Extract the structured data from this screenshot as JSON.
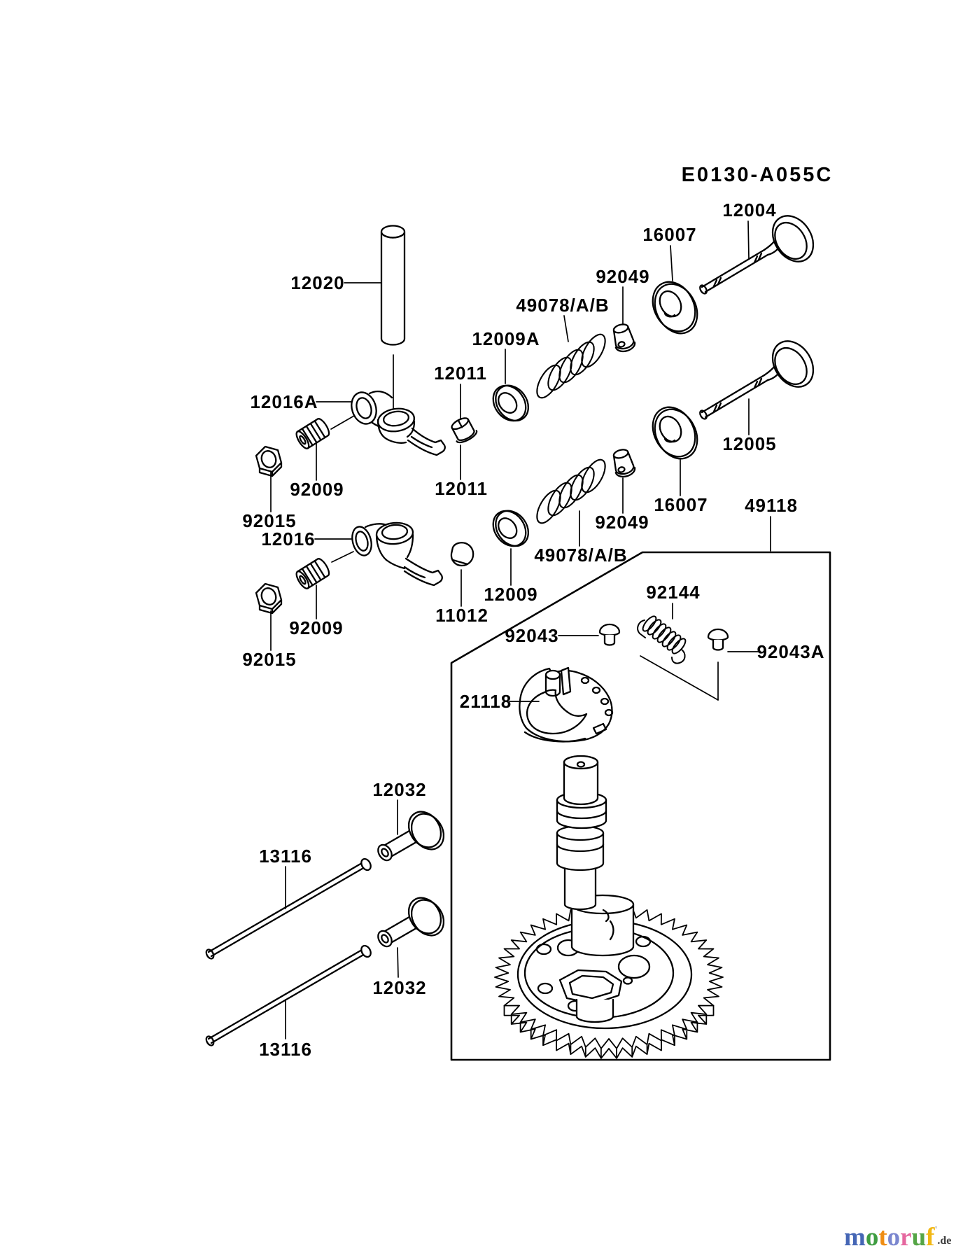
{
  "diagram": {
    "code": "E0130-A055C"
  },
  "part_labels": [
    {
      "part": "12020",
      "text": "12020"
    },
    {
      "part": "12016A",
      "text": "12016A"
    },
    {
      "part": "92009",
      "text": "92009"
    },
    {
      "part": "92015",
      "text": "92015"
    },
    {
      "part": "12016",
      "text": "12016"
    },
    {
      "part": "92009",
      "text": "92009"
    },
    {
      "part": "92015",
      "text": "92015"
    },
    {
      "part": "12011",
      "text": "12011"
    },
    {
      "part": "12011",
      "text": "12011"
    },
    {
      "part": "12009A",
      "text": "12009A"
    },
    {
      "part": "12009",
      "text": "12009"
    },
    {
      "part": "11012",
      "text": "11012"
    },
    {
      "part": "49078/A/B",
      "text": "49078/A/B"
    },
    {
      "part": "49078/A/B",
      "text": "49078/A/B"
    },
    {
      "part": "92049",
      "text": "92049"
    },
    {
      "part": "92049",
      "text": "92049"
    },
    {
      "part": "16007",
      "text": "16007"
    },
    {
      "part": "16007",
      "text": "16007"
    },
    {
      "part": "12004",
      "text": "12004"
    },
    {
      "part": "12005",
      "text": "12005"
    },
    {
      "part": "49118",
      "text": "49118"
    },
    {
      "part": "92144",
      "text": "92144"
    },
    {
      "part": "92043",
      "text": "92043"
    },
    {
      "part": "92043A",
      "text": "92043A"
    },
    {
      "part": "21118",
      "text": "21118"
    },
    {
      "part": "12032",
      "text": "12032"
    },
    {
      "part": "13116",
      "text": "13116"
    },
    {
      "part": "12032",
      "text": "12032"
    },
    {
      "part": "13116",
      "text": "13116"
    }
  ],
  "watermark": {
    "letters": [
      {
        "ch": "m",
        "color": "#4566b5"
      },
      {
        "ch": "o",
        "color": "#3f9d42"
      },
      {
        "ch": "t",
        "color": "#ef8d13"
      },
      {
        "ch": "o",
        "color": "#7a86cf"
      },
      {
        "ch": "r",
        "color": "#e5679f"
      },
      {
        "ch": "u",
        "color": "#55a546"
      },
      {
        "ch": "f",
        "color": "#f2b713"
      }
    ],
    "tick": "'",
    "suffix": ".de",
    "suffix_color": "#3f3f3f"
  },
  "colors": {
    "line": "#000000",
    "background": "#ffffff"
  }
}
